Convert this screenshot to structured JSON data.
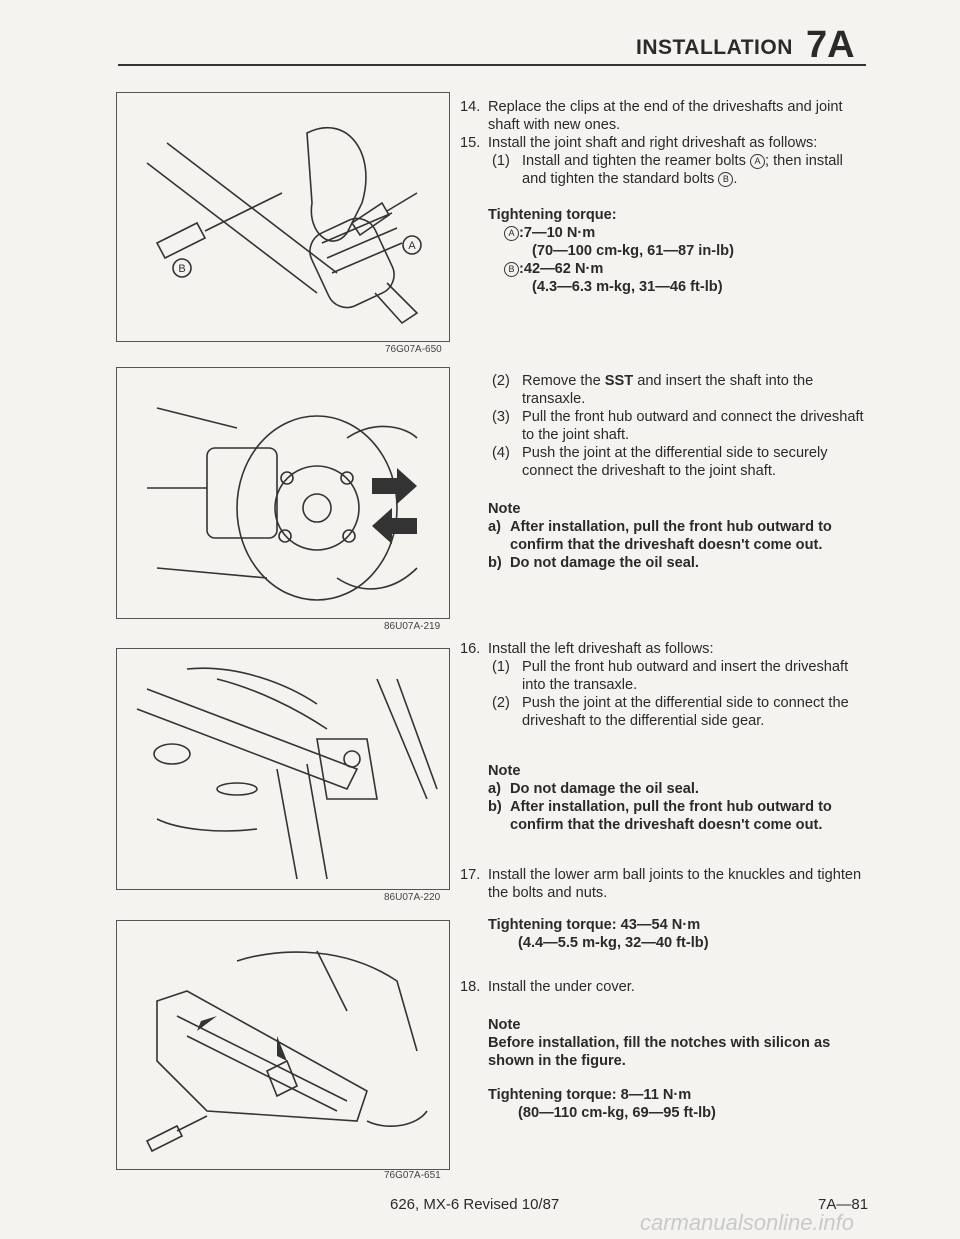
{
  "header": {
    "title": "INSTALLATION",
    "section": "7A"
  },
  "figures": [
    {
      "code": "76G07A-650",
      "label_a": "A",
      "label_b": "B"
    },
    {
      "code": "86U07A-219"
    },
    {
      "code": "86U07A-220"
    },
    {
      "code": "76G07A-651"
    }
  ],
  "steps": {
    "s14": {
      "num": "14.",
      "text": "Replace the clips at the end of the driveshafts and joint shaft with new ones."
    },
    "s15": {
      "num": "15.",
      "text": "Install the joint shaft and right driveshaft as follows:"
    },
    "s15_1": {
      "num": "(1)",
      "text_a": "Install and tighten the reamer bolts",
      "circle_a": "A",
      "text_b": "; then install and tighten the standard bolts",
      "circle_b": "B",
      "text_c": "."
    },
    "torque1": {
      "heading": "Tightening torque:",
      "a_circle": "A",
      "a_line": ":7—10 N·m",
      "a_sub": "(70—100 cm-kg, 61—87 in-lb)",
      "b_circle": "B",
      "b_line": ":42—62 N·m",
      "b_sub": "(4.3—6.3 m-kg, 31—46 ft-lb)"
    },
    "s15_2": {
      "num": "(2)",
      "text_a": "Remove the",
      "sst": "SST",
      "text_b": "and insert the shaft into the transaxle."
    },
    "s15_3": {
      "num": "(3)",
      "text": "Pull the front hub outward and connect the driveshaft to the joint shaft."
    },
    "s15_4": {
      "num": "(4)",
      "text": "Push the joint at the differential side to securely connect the driveshaft to the joint shaft."
    },
    "note1": {
      "heading": "Note",
      "a_num": "a)",
      "a": "After installation, pull the front hub outward to confirm that the driveshaft doesn't come out.",
      "b_num": "b)",
      "b": "Do not damage the oil seal."
    },
    "s16": {
      "num": "16.",
      "text": "Install the left driveshaft as follows:"
    },
    "s16_1": {
      "num": "(1)",
      "text": "Pull the front hub outward and insert the driveshaft into the transaxle."
    },
    "s16_2": {
      "num": "(2)",
      "text": "Push the joint at the differential side to connect the driveshaft to the differential side gear."
    },
    "note2": {
      "heading": "Note",
      "a_num": "a)",
      "a": "Do not damage the oil seal.",
      "b_num": "b)",
      "b": "After installation, pull the front hub outward to confirm that the driveshaft doesn't come out."
    },
    "s17": {
      "num": "17.",
      "text": "Install the lower arm ball joints to the knuckles and tighten the bolts and nuts."
    },
    "torque2": {
      "heading": "Tightening torque: 43—54 N·m",
      "sub": "(4.4—5.5 m-kg, 32—40 ft-lb)"
    },
    "s18": {
      "num": "18.",
      "text": "Install the under cover."
    },
    "note3": {
      "heading": "Note",
      "text": "Before installation, fill the notches with silicon as shown in the figure."
    },
    "torque3": {
      "heading": "Tightening torque: 8—11 N·m",
      "sub": "(80—110 cm-kg, 69—95 ft-lb)"
    }
  },
  "footer": {
    "center": "626, MX-6 Revised 10/87",
    "page": "7A—81",
    "watermark": "carmanualsonline.info"
  }
}
